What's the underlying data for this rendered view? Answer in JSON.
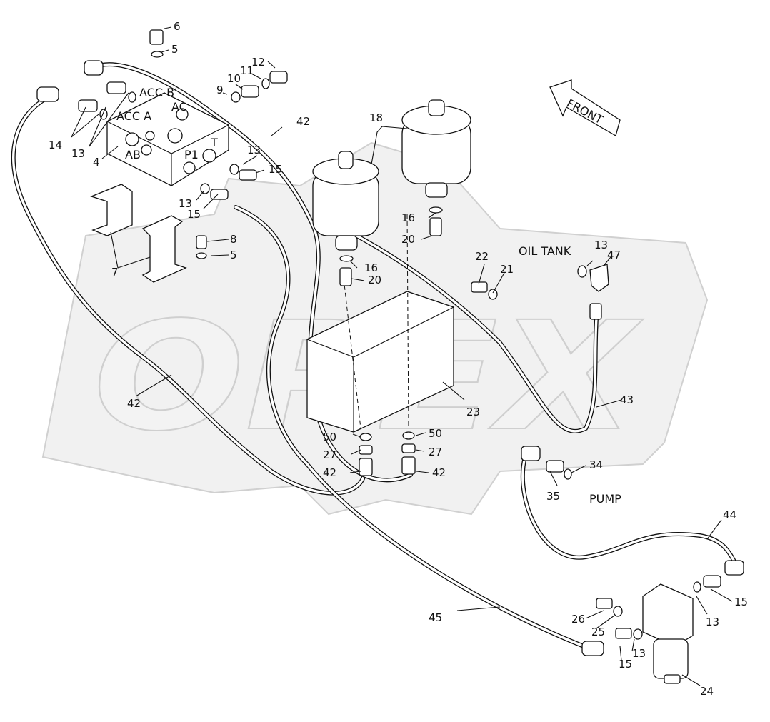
{
  "watermark": "OPEX",
  "labels": {
    "front": "FRONT",
    "oil_tank": "OIL TANK",
    "pump": "PUMP",
    "acc_b": "ACC B'",
    "acc_a": "ACC A",
    "ac": "AC",
    "ab": "AB",
    "p1": "P1",
    "t": "T"
  },
  "callouts": [
    {
      "id": "c6",
      "text": "6"
    },
    {
      "id": "c5a",
      "text": "5"
    },
    {
      "id": "c12",
      "text": "12"
    },
    {
      "id": "c11",
      "text": "11"
    },
    {
      "id": "c10",
      "text": "10"
    },
    {
      "id": "c9",
      "text": "9"
    },
    {
      "id": "c42a",
      "text": "42"
    },
    {
      "id": "c18",
      "text": "18"
    },
    {
      "id": "c14",
      "text": "14"
    },
    {
      "id": "c13a",
      "text": "13"
    },
    {
      "id": "c4",
      "text": "4"
    },
    {
      "id": "c13b",
      "text": "13"
    },
    {
      "id": "c15a",
      "text": "15"
    },
    {
      "id": "c13c",
      "text": "13"
    },
    {
      "id": "c15b",
      "text": "15"
    },
    {
      "id": "c16a",
      "text": "16"
    },
    {
      "id": "c20a",
      "text": "20"
    },
    {
      "id": "c8",
      "text": "8"
    },
    {
      "id": "c5b",
      "text": "5"
    },
    {
      "id": "c7",
      "text": "7"
    },
    {
      "id": "c13d",
      "text": "13"
    },
    {
      "id": "c47",
      "text": "47"
    },
    {
      "id": "c22",
      "text": "22"
    },
    {
      "id": "c21",
      "text": "21"
    },
    {
      "id": "c16b",
      "text": "16"
    },
    {
      "id": "c20b",
      "text": "20"
    },
    {
      "id": "c42b",
      "text": "42"
    },
    {
      "id": "c23",
      "text": "23"
    },
    {
      "id": "c43",
      "text": "43"
    },
    {
      "id": "c50a",
      "text": "50"
    },
    {
      "id": "c50b",
      "text": "50"
    },
    {
      "id": "c27a",
      "text": "27"
    },
    {
      "id": "c27b",
      "text": "27"
    },
    {
      "id": "c42c",
      "text": "42"
    },
    {
      "id": "c42d",
      "text": "42"
    },
    {
      "id": "c34",
      "text": "34"
    },
    {
      "id": "c35",
      "text": "35"
    },
    {
      "id": "c44",
      "text": "44"
    },
    {
      "id": "c15c",
      "text": "15"
    },
    {
      "id": "c45",
      "text": "45"
    },
    {
      "id": "c26",
      "text": "26"
    },
    {
      "id": "c25",
      "text": "25"
    },
    {
      "id": "c13e",
      "text": "13"
    },
    {
      "id": "c13f",
      "text": "13"
    },
    {
      "id": "c15d",
      "text": "15"
    },
    {
      "id": "c24",
      "text": "24"
    }
  ]
}
